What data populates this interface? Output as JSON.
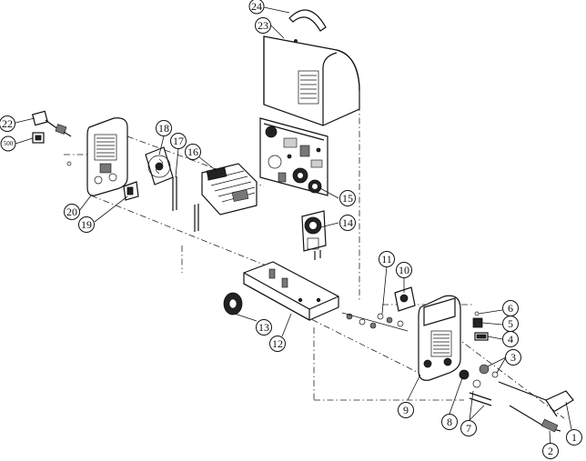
{
  "diagram": {
    "callouts": [
      {
        "id": "c24",
        "label": "24"
      },
      {
        "id": "c23",
        "label": "23"
      },
      {
        "id": "c22",
        "label": "22"
      },
      {
        "id": "c500",
        "label": "500"
      },
      {
        "id": "c18",
        "label": "18"
      },
      {
        "id": "c17",
        "label": "17"
      },
      {
        "id": "c16",
        "label": "16"
      },
      {
        "id": "c15",
        "label": "15"
      },
      {
        "id": "c14",
        "label": "14"
      },
      {
        "id": "c20",
        "label": "20"
      },
      {
        "id": "c19",
        "label": "19"
      },
      {
        "id": "c11",
        "label": "11"
      },
      {
        "id": "c10",
        "label": "10"
      },
      {
        "id": "c6",
        "label": "6"
      },
      {
        "id": "c5",
        "label": "5"
      },
      {
        "id": "c4",
        "label": "4"
      },
      {
        "id": "c3",
        "label": "3"
      },
      {
        "id": "c13",
        "label": "13"
      },
      {
        "id": "c12",
        "label": "12"
      },
      {
        "id": "c9",
        "label": "9"
      },
      {
        "id": "c8",
        "label": "8"
      },
      {
        "id": "c7",
        "label": "7"
      },
      {
        "id": "c1",
        "label": "1"
      },
      {
        "id": "c2",
        "label": "2"
      }
    ]
  }
}
